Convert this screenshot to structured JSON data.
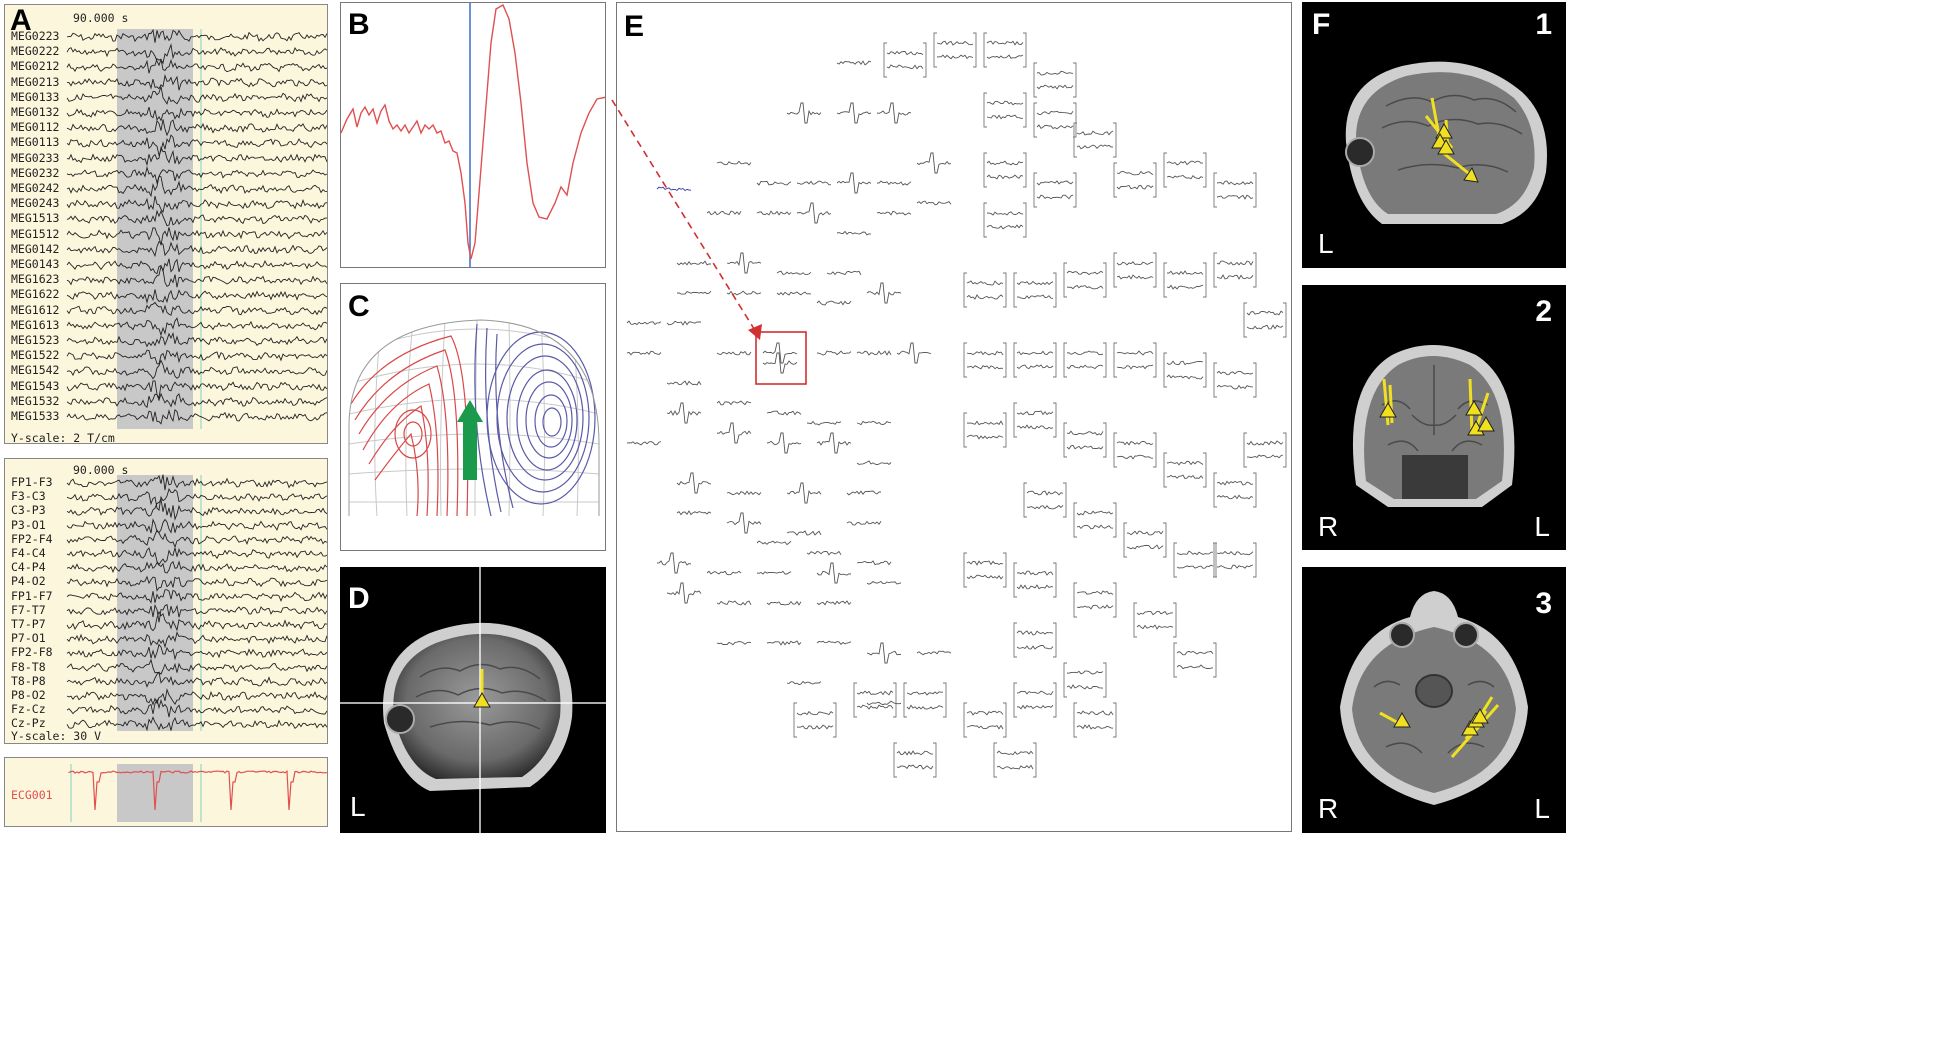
{
  "panels": {
    "A": "A",
    "B": "B",
    "C": "C",
    "D": "D",
    "E": "E",
    "F": "F"
  },
  "meg": {
    "time": "90.000 s",
    "channels": [
      "MEG0223",
      "MEG0222",
      "MEG0212",
      "MEG0213",
      "MEG0133",
      "MEG0132",
      "MEG0112",
      "MEG0113",
      "MEG0233",
      "MEG0232",
      "MEG0242",
      "MEG0243",
      "MEG1513",
      "MEG1512",
      "MEG0142",
      "MEG0143",
      "MEG1623",
      "MEG1622",
      "MEG1612",
      "MEG1613",
      "MEG1523",
      "MEG1522",
      "MEG1542",
      "MEG1543",
      "MEG1532",
      "MEG1533"
    ],
    "yscale": "Y-scale:  2 T/cm"
  },
  "eeg": {
    "time": "90.000 s",
    "channels": [
      "FP1-F3",
      "F3-C3",
      "C3-P3",
      "P3-O1",
      "FP2-F4",
      "F4-C4",
      "C4-P4",
      "P4-O2",
      "FP1-F7",
      "F7-T7",
      "T7-P7",
      "P7-O1",
      "FP2-F8",
      "F8-T8",
      "T8-P8",
      "P8-O2",
      "Fz-Cz",
      "Cz-Pz"
    ],
    "yscale": "Y-scale:  30 V"
  },
  "ecg": {
    "channel": "ECG001"
  },
  "mri": {
    "D": {
      "left": "L"
    },
    "F1": {
      "number": "1",
      "left": "L"
    },
    "F2": {
      "number": "2",
      "left": "R",
      "right": "L"
    },
    "F3": {
      "number": "3",
      "left": "R",
      "right": "L"
    }
  },
  "colors": {
    "trace_bg": "#fcf6dc",
    "highlight": "#c8c8c8",
    "red_trace": "#e05050",
    "blue_contour": "#5050a0",
    "dipole_green": "#1a9a4a",
    "dipole_yellow": "#f0e020"
  }
}
